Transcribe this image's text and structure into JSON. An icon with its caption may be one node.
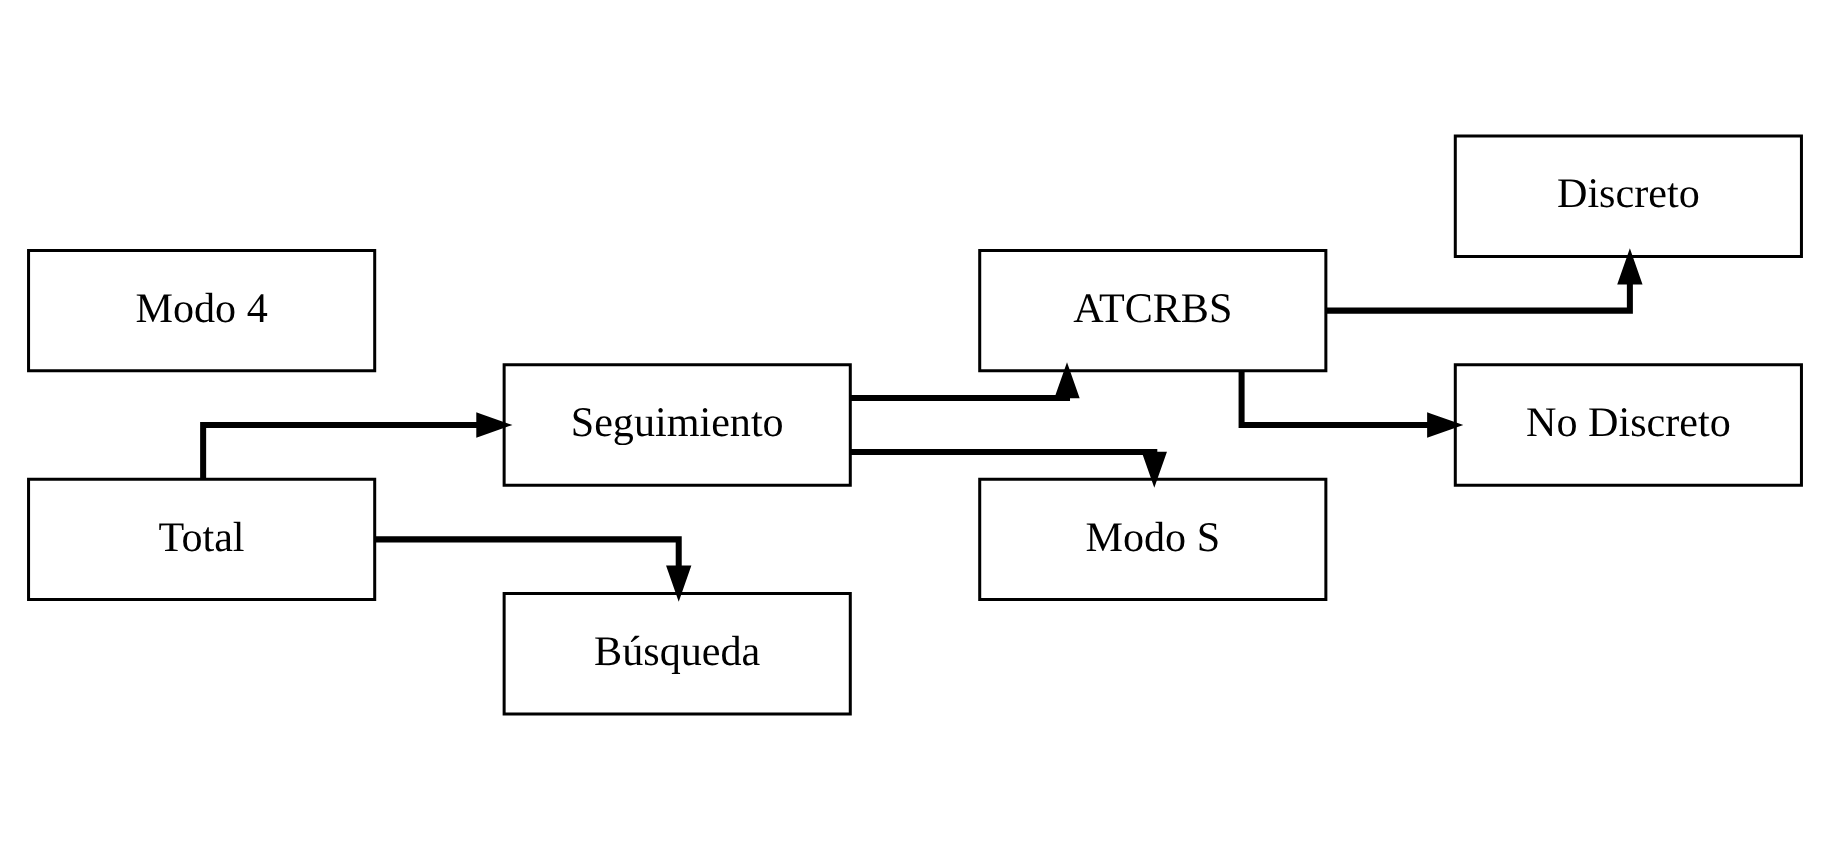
{
  "diagram": {
    "nodes": [
      {
        "text": [
          "Total"
        ]
      },
      {
        "text": [
          "Seguimiento"
        ]
      },
      {
        "text": [
          "Búsqueda"
        ]
      },
      {
        "text": [
          "ATCRBS"
        ]
      },
      {
        "text": [
          "Modo S"
        ]
      },
      {
        "text": [
          "Discreto"
        ]
      },
      {
        "text": [
          "No Discreto"
        ]
      },
      {
        "text": [
          "Modo 4"
        ]
      }
    ],
    "edges": [
      {
        "from": 0,
        "to": 1,
        "arrow": "to"
      },
      {
        "from": 0,
        "to": 2,
        "arrow": "to"
      },
      {
        "from": 1,
        "to": 3,
        "arrow": "to"
      },
      {
        "from": 1,
        "to": 4,
        "arrow": "to"
      },
      {
        "from": 3,
        "to": 5,
        "arrow": "to"
      },
      {
        "from": 3,
        "to": 6,
        "arrow": "to"
      }
    ]
  }
}
